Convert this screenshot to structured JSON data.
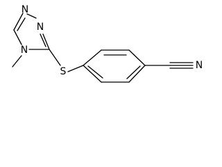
{
  "molecule": {
    "atoms": {
      "triazole_n1": "N",
      "triazole_n2": "N",
      "triazole_n4": "N",
      "sulfur": "S",
      "nitrile_n": "N"
    }
  }
}
